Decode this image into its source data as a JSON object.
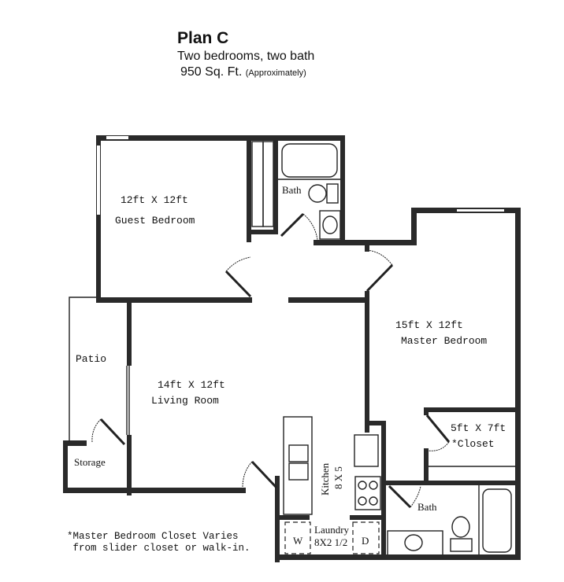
{
  "header": {
    "title": "Plan C",
    "subtitle": "Two bedrooms, two bath",
    "size": "950 Sq. Ft.",
    "size_note": "(Approximately)"
  },
  "rooms": {
    "guest_bedroom": {
      "dims": "12ft X 12ft",
      "name": "Guest Bedroom"
    },
    "guest_bath": {
      "name": "Bath"
    },
    "master_bedroom": {
      "dims": "15ft X 12ft",
      "name": "Master Bedroom"
    },
    "living_room": {
      "dims": "14ft X 12ft",
      "name": "Living Room"
    },
    "patio": {
      "name": "Patio"
    },
    "storage": {
      "name": "Storage"
    },
    "kitchen": {
      "name": "Kitchen",
      "dims": "8 X 5"
    },
    "laundry": {
      "name": "Laundry",
      "dims": "8X2 1/2",
      "washer": "W",
      "dryer": "D"
    },
    "closet": {
      "dims": "5ft X 7ft",
      "name": "*Closet"
    },
    "master_bath": {
      "name": "Bath"
    }
  },
  "footnote": {
    "line1": "*Master Bedroom Closet Varies",
    "line2": " from slider closet or walk-in."
  }
}
